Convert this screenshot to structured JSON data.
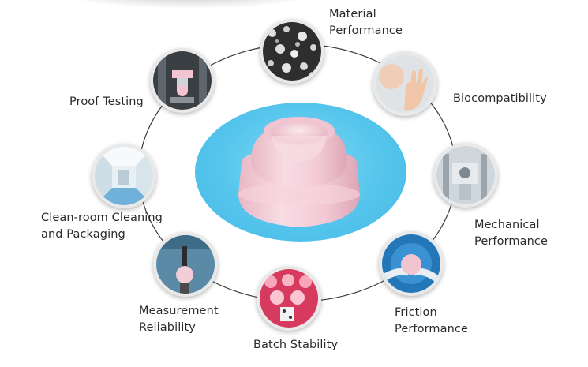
{
  "nodes": {
    "material": {
      "line1": "Material",
      "line2": "Performance"
    },
    "biocompat": {
      "line1": "Biocompatibility"
    },
    "mechanical": {
      "line1": "Mechanical",
      "line2": "Performance"
    },
    "friction": {
      "line1": "Friction",
      "line2": "Performance"
    },
    "batch": {
      "line1": "Batch Stability"
    },
    "measurement": {
      "line1": "Measurement",
      "line2": "Reliability"
    },
    "cleanroom": {
      "line1": "Clean-room Cleaning",
      "line2": "and Packaging"
    },
    "proof": {
      "line1": "Proof Testing"
    }
  },
  "colors": {
    "center_blob": "#55c5ec",
    "cup": "#f4cdd8",
    "ring": "#3a3a3a",
    "text": "#2b2b2b"
  }
}
